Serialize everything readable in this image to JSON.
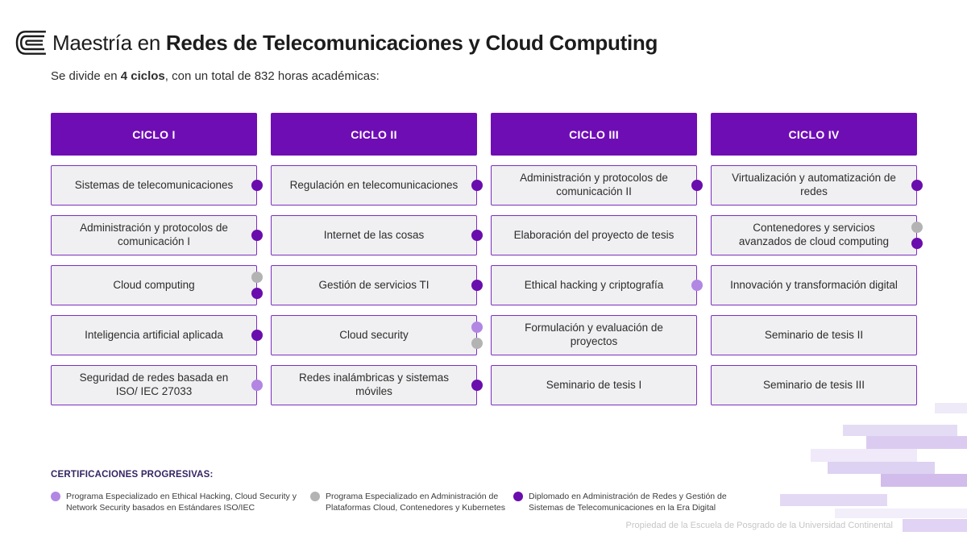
{
  "page": {
    "title_regular": "Maestría en ",
    "title_bold": "Redes de Telecomunicaciones y Cloud Computing",
    "subtitle_prefix": "Se divide en ",
    "subtitle_bold": "4 ciclos",
    "subtitle_suffix": ", con un total de 832 horas académicas:",
    "footer": "Propiedad de la Escuela de Posgrado de la Universidad Continental"
  },
  "colors": {
    "header_bg": "#6f0db5",
    "box_border": "#7b2fc0",
    "box_bg": "#f0eff1",
    "dot_dark": "#6a0dad",
    "dot_gray": "#b3b3b3",
    "dot_light": "#b286e3",
    "legend_title_color": "#352463"
  },
  "cycles": [
    {
      "label": "CICLO I",
      "courses": [
        {
          "name": "Sistemas de telecomunicaciones",
          "dots": [
            "dark"
          ]
        },
        {
          "name": "Administración y protocolos de comunicación I",
          "dots": [
            "dark"
          ]
        },
        {
          "name": "Cloud computing",
          "dots": [
            "gray",
            "dark"
          ]
        },
        {
          "name": "Inteligencia artificial aplicada",
          "dots": [
            "dark"
          ]
        },
        {
          "name": "Seguridad de redes basada en ISO/ IEC 27033",
          "dots": [
            "light"
          ]
        }
      ]
    },
    {
      "label": "CICLO II",
      "courses": [
        {
          "name": "Regulación en telecomunicaciones",
          "dots": [
            "dark"
          ]
        },
        {
          "name": "Internet de las cosas",
          "dots": [
            "dark"
          ]
        },
        {
          "name": "Gestión de servicios TI",
          "dots": [
            "dark"
          ]
        },
        {
          "name": "Cloud security",
          "dots": [
            "light",
            "gray"
          ]
        },
        {
          "name": "Redes inalámbricas y sistemas móviles",
          "dots": [
            "dark"
          ]
        }
      ]
    },
    {
      "label": "CICLO III",
      "courses": [
        {
          "name": "Administración y protocolos de comunicación II",
          "dots": [
            "dark"
          ]
        },
        {
          "name": "Elaboración del proyecto de tesis",
          "dots": []
        },
        {
          "name": "Ethical hacking y criptografía",
          "dots": [
            "light"
          ]
        },
        {
          "name": "Formulación y evaluación de proyectos",
          "dots": []
        },
        {
          "name": "Seminario de tesis I",
          "dots": []
        }
      ]
    },
    {
      "label": "CICLO IV",
      "courses": [
        {
          "name": "Virtualización y automatización de redes",
          "dots": [
            "dark"
          ]
        },
        {
          "name": "Contenedores y servicios avanzados de cloud computing",
          "dots": [
            "gray",
            "dark"
          ]
        },
        {
          "name": "Innovación y transformación digital",
          "dots": []
        },
        {
          "name": "Seminario de tesis II",
          "dots": []
        },
        {
          "name": "Seminario de tesis III",
          "dots": []
        }
      ]
    }
  ],
  "legend": {
    "title": "CERTIFICACIONES PROGRESIVAS:",
    "items": [
      {
        "dot": "light",
        "text": "Programa Especializado en Ethical Hacking, Cloud Security y Network Security basados en Estándares ISO/IEC"
      },
      {
        "dot": "gray",
        "text": "Programa Especializado en Administración de Plataformas Cloud, Contenedores y Kubernetes"
      },
      {
        "dot": "dark",
        "text": "Diplomado en Administración de Redes y Gestión de Sistemas de Telecomunicaciones en la Era Digital"
      }
    ]
  }
}
